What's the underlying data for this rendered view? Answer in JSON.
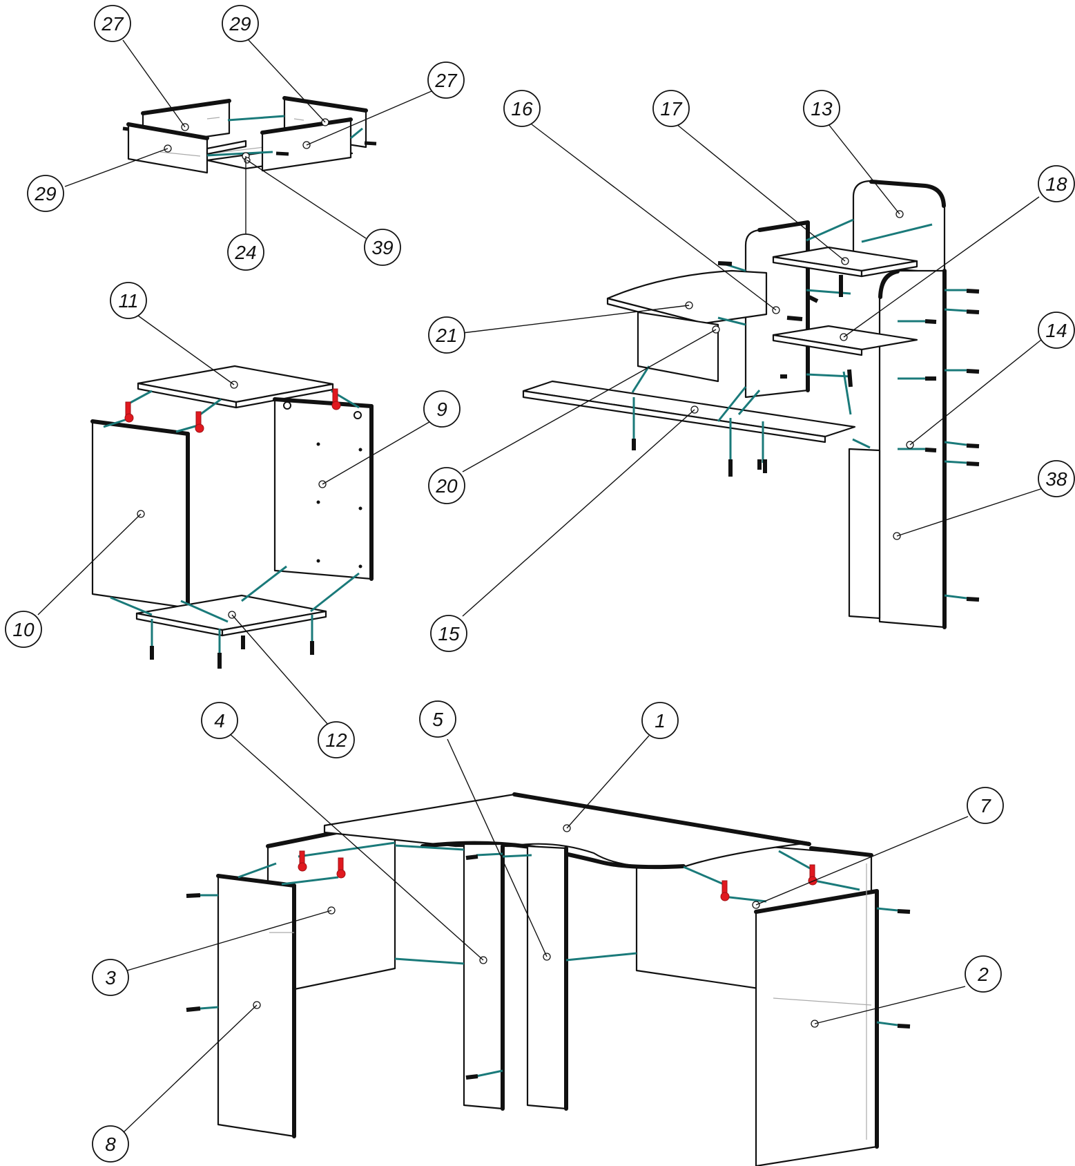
{
  "diagram": {
    "labels": [
      {
        "id": "l27a",
        "text": "27"
      },
      {
        "id": "l29a",
        "text": "29"
      },
      {
        "id": "l27b",
        "text": "27"
      },
      {
        "id": "l29b",
        "text": "29"
      },
      {
        "id": "l24",
        "text": "24"
      },
      {
        "id": "l39",
        "text": "39"
      },
      {
        "id": "l16",
        "text": "16"
      },
      {
        "id": "l17",
        "text": "17"
      },
      {
        "id": "l13",
        "text": "13"
      },
      {
        "id": "l18",
        "text": "18"
      },
      {
        "id": "l21",
        "text": "21"
      },
      {
        "id": "l14",
        "text": "14"
      },
      {
        "id": "l20",
        "text": "20"
      },
      {
        "id": "l38",
        "text": "38"
      },
      {
        "id": "l15",
        "text": "15"
      },
      {
        "id": "l11",
        "text": "11"
      },
      {
        "id": "l9",
        "text": "9"
      },
      {
        "id": "l10",
        "text": "10"
      },
      {
        "id": "l12",
        "text": "12"
      },
      {
        "id": "l4",
        "text": "4"
      },
      {
        "id": "l5",
        "text": "5"
      },
      {
        "id": "l1",
        "text": "1"
      },
      {
        "id": "l7",
        "text": "7"
      },
      {
        "id": "l3",
        "text": "3"
      },
      {
        "id": "l2",
        "text": "2"
      },
      {
        "id": "l8",
        "text": "8"
      }
    ]
  },
  "colors": {
    "line": "#111111",
    "connector": "#1a7a7a",
    "cam_lock": "#e0191f",
    "faint": "#aaaaaa"
  }
}
